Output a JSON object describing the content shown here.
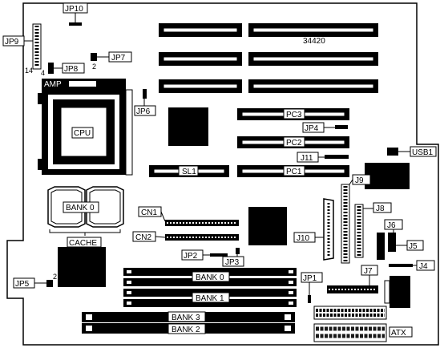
{
  "labels": {
    "jp10": "JP10",
    "jp9": "JP9",
    "jp8": "JP8",
    "jp7": "JP7",
    "jp6": "JP6",
    "jp4": "JP4",
    "jp5": "JP5",
    "jp2": "JP2",
    "jp3": "JP3",
    "jp1": "JP1",
    "j11": "J11",
    "j10": "J10",
    "j9": "J9",
    "j8": "J8",
    "j7": "J7",
    "j6": "J6",
    "j5": "J5",
    "j4": "J4",
    "usb1": "USB1",
    "atx": "ATX",
    "amp": "AMP",
    "cpu": "CPU",
    "bank0_cache": "BANK 0",
    "cache": "CACHE",
    "cn1": "CN1",
    "cn2": "CN2",
    "sl1": "SL1",
    "pc1": "PC1",
    "pc2": "PC2",
    "pc3": "PC3",
    "simm_bank0": "BANK 0",
    "simm_bank1": "BANK 1",
    "dimm_bank3": "BANK 3",
    "dimm_bank2": "BANK 2",
    "board_id": "34420",
    "pin14": "14",
    "pin4": "4",
    "pin2_jp7": "2",
    "pin2_jp5": "2"
  }
}
